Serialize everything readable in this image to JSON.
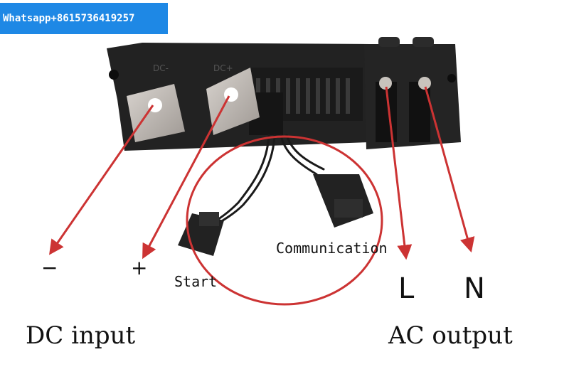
{
  "watermark": {
    "contact": "Whatsapp+8615736419257"
  },
  "labels": {
    "minus": "−",
    "plus": "+",
    "start": "Start",
    "communication": "Communication",
    "l": "L",
    "n": "N",
    "dc_input": "DC input",
    "ac_output": "AC output"
  },
  "connector_marks": {
    "left": "DC-",
    "right": "DC+"
  },
  "colors": {
    "arrow": "#cc3333",
    "badge": "#1e88e5",
    "body": "#232323",
    "metal": "#b9b4ae"
  }
}
